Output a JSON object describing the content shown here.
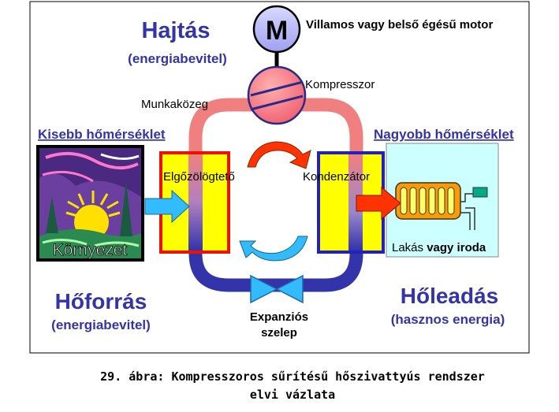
{
  "diagram": {
    "drive": {
      "title": "Hajtás",
      "subtitle": "(energiabevitel)",
      "motor_letter": "M",
      "motor_label": "Villamos vagy belső égésű motor"
    },
    "compressor_label": "Kompresszor",
    "working_fluid_label": "Munkaközeg",
    "low_temp_label": "Kisebb hőmérséklet",
    "high_temp_label": "Nagyobb hőmérséklet",
    "evaporator_label": "Elgőzölögtető",
    "condenser_label": "Kondenzátor",
    "environment_label": "Környezet",
    "destination": {
      "prefix": "Lakás ",
      "suffix": "vagy iroda"
    },
    "heat_source": {
      "title": "Hőforrás",
      "subtitle": "(energiabevitel)"
    },
    "heat_output": {
      "title": "Hőleadás",
      "subtitle": "(hasznos energia)"
    },
    "valve": {
      "line1": "Expanziós",
      "line2": "szelep"
    },
    "colors": {
      "title_blue": "#3333aa",
      "pipe_hot": "#f08080",
      "pipe_cold": "#3333aa",
      "frame_red": "#ee1100",
      "frame_blue": "#2222bb",
      "fill_yellow": "#ffff00",
      "sky_blue": "#33bbff",
      "arrow_red": "#ff3300",
      "room_bg": "#ccffff"
    }
  },
  "caption": {
    "line1": "29. ábra: Kompresszoros sűrítésű hőszivattyús rendszer",
    "line2": "elvi vázlata"
  }
}
